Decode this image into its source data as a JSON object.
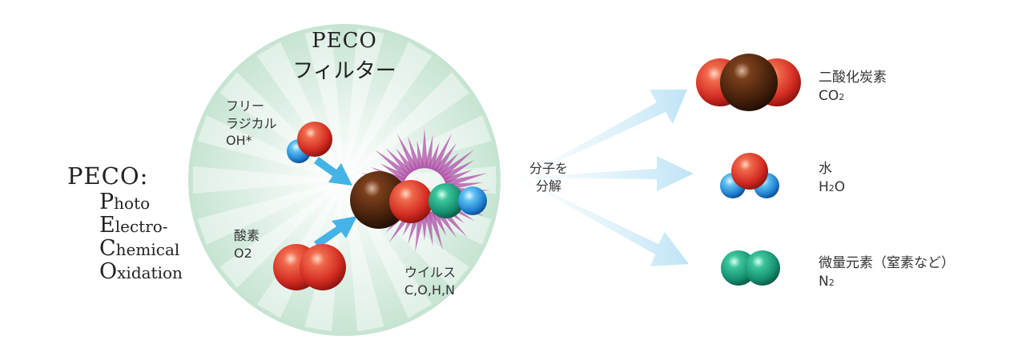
{
  "peco": {
    "heading": "PECO:",
    "lines": [
      {
        "cap": "P",
        "rest": "hoto"
      },
      {
        "cap": "E",
        "rest": "lectro-"
      },
      {
        "cap": "C",
        "rest": "hemical"
      },
      {
        "cap": "O",
        "rest": "xidation"
      }
    ]
  },
  "filter": {
    "line1": "PECO",
    "line2": "フィルター"
  },
  "radical": {
    "line1": "フリー",
    "line2": "ラジカル",
    "formula": "OH*"
  },
  "oxygen": {
    "name": "酸素",
    "formula": "O2"
  },
  "virus": {
    "name": "ウイルス",
    "formula": "C,O,H,N"
  },
  "decompose": {
    "line1": "分子を",
    "line2": "分解"
  },
  "products": [
    {
      "name": "二酸化炭素",
      "formula": "CO",
      "sub": "2"
    },
    {
      "name": "水",
      "formula_pre": "H",
      "sub": "2",
      "formula_post": "O"
    },
    {
      "name": "微量元素（窒素など）",
      "formula": "N",
      "sub": "2"
    }
  ],
  "colors": {
    "oxygen_red": "#d9342a",
    "hydrogen_blue": "#2a8fd6",
    "carbon_brown": "#4a220c",
    "nitrogen_green": "#1e9a7a",
    "virus_spikes": "#b04fa8",
    "filter_circle": "#cde7d9",
    "arrow_blue": "#44b3e6",
    "output_arrow": "#cfe9f7"
  }
}
